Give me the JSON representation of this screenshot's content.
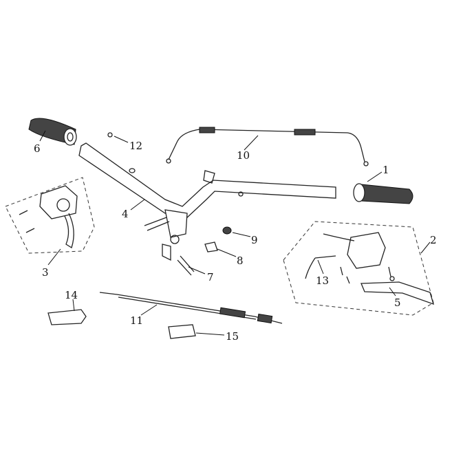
{
  "diagram": {
    "title": "Handlebar assembly exploded view",
    "callouts": [
      {
        "id": "1",
        "label": "1"
      },
      {
        "id": "2",
        "label": "2"
      },
      {
        "id": "3",
        "label": "3"
      },
      {
        "id": "4",
        "label": "4"
      },
      {
        "id": "5",
        "label": "5"
      },
      {
        "id": "6",
        "label": "6"
      },
      {
        "id": "7",
        "label": "7"
      },
      {
        "id": "8",
        "label": "8"
      },
      {
        "id": "9",
        "label": "9"
      },
      {
        "id": "10",
        "label": "10"
      },
      {
        "id": "11",
        "label": "11"
      },
      {
        "id": "12",
        "label": "12"
      },
      {
        "id": "13",
        "label": "13"
      },
      {
        "id": "14",
        "label": "14"
      },
      {
        "id": "15",
        "label": "15"
      }
    ]
  }
}
